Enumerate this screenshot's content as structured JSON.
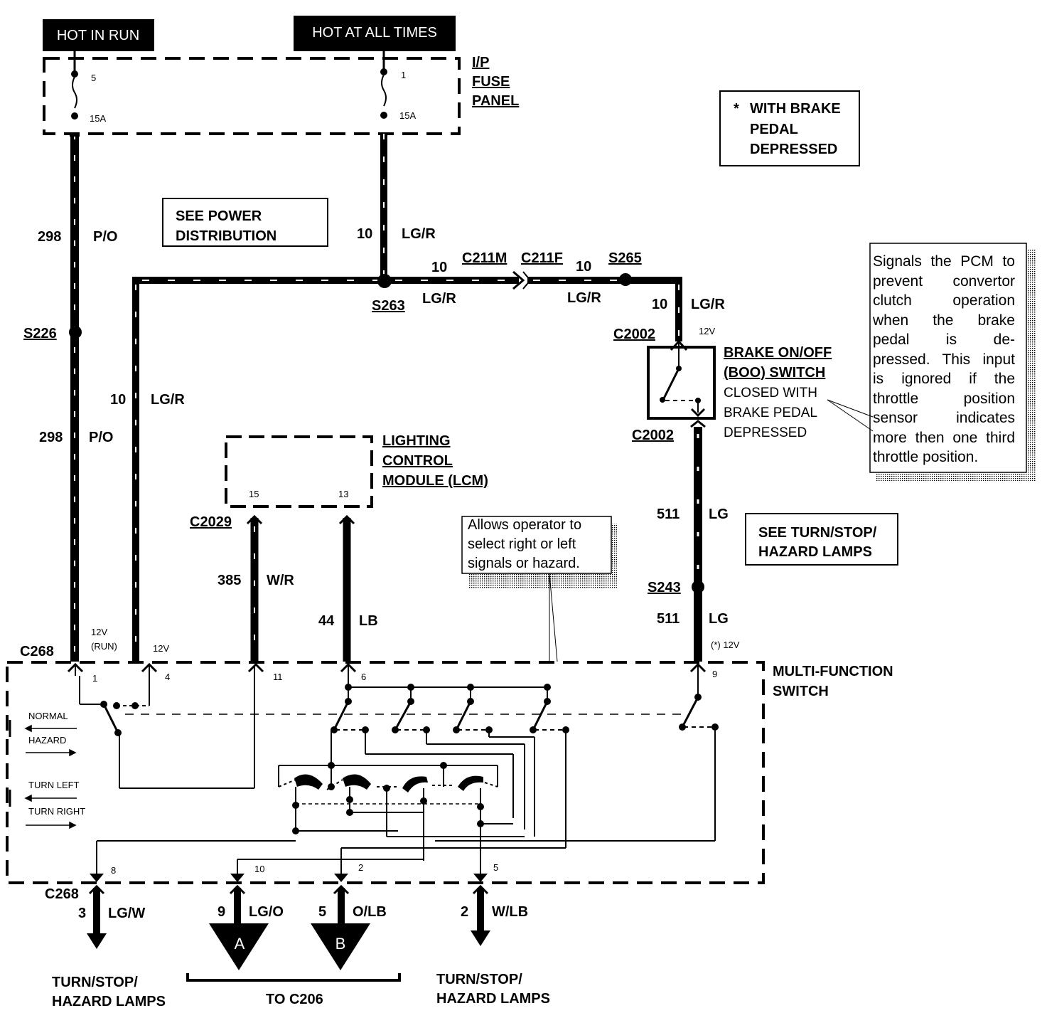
{
  "headers": {
    "hot_in_run": "HOT IN RUN",
    "hot_at_all_times": "HOT AT ALL TIMES"
  },
  "fuse_panel": {
    "label_1": "I/P",
    "label_2": "FUSE",
    "label_3": "PANEL",
    "fuse_left_number": "5",
    "fuse_left_rating": "15A",
    "fuse_right_number": "1",
    "fuse_right_rating": "15A"
  },
  "brake_note": {
    "star": "*",
    "line1": "WITH BRAKE",
    "line2": "PEDAL",
    "line3": "DEPRESSED"
  },
  "power_dist": {
    "line1": "SEE POWER",
    "line2": "DISTRIBUTION"
  },
  "wires": {
    "w298_top_num": "298",
    "w298_top_color": "P/O",
    "w298_bot_num": "298",
    "w298_bot_color": "P/O",
    "w10_vert_num": "10",
    "w10_vert_color": "LG/R",
    "w10_fuse_num": "10",
    "w10_fuse_color": "LG/R",
    "w10_a_num": "10",
    "w10_a_color": "LG/R",
    "w10_b_num": "10",
    "w10_b_color": "LG/R",
    "w10_c_num": "10",
    "w10_c_color": "LG/R",
    "w385_num": "385",
    "w385_color": "W/R",
    "w44_num": "44",
    "w44_color": "LB",
    "w511_top_num": "511",
    "w511_top_color": "LG",
    "w511_bot_num": "511",
    "w511_bot_color": "LG",
    "w3_num": "3",
    "w3_color": "LG/W",
    "w9_num": "9",
    "w9_color": "LG/O",
    "w5_num": "5",
    "w5_color": "O/LB",
    "w2_num": "2",
    "w2_color": "W/LB"
  },
  "connectors": {
    "s226": "S226",
    "s263": "S263",
    "s265": "S265",
    "s243": "S243",
    "c211m": "C211M",
    "c211f": "C211F",
    "c2002_top": "C2002",
    "c2002_bot": "C2002",
    "c2029": "C2029",
    "c268_top": "C268",
    "c268_bot": "C268"
  },
  "voltages": {
    "v_run_1": "12V",
    "v_run_2": "(RUN)",
    "v_pin4": "12V",
    "v_boo": "12V",
    "v_pin9": "(*) 12V"
  },
  "boo_switch": {
    "line1": "BRAKE ON/OFF",
    "line2": "(BOO) SWITCH",
    "line3": "CLOSED WITH",
    "line4": "BRAKE PEDAL",
    "line5": "DEPRESSED"
  },
  "pcm_note": [
    "Signals the PCM to",
    "prevent convertor",
    "clutch operation",
    "when the brake",
    "pedal is de-",
    "pressed. This input",
    "is ignored if the",
    "throttle position",
    "sensor indicates",
    "more then one third",
    "throttle position."
  ],
  "lcm": {
    "line1": "LIGHTING",
    "line2": "CONTROL",
    "line3": "MODULE (LCM)",
    "pin15": "15",
    "pin13": "13"
  },
  "operator_note": [
    "Allows operator to",
    "select right or left",
    "signals or hazard."
  ],
  "turn_stop_note": {
    "line1": "SEE TURN/STOP/",
    "line2": "HAZARD LAMPS"
  },
  "mfs": {
    "line1": "MULTI-FUNCTION",
    "line2": "SWITCH",
    "normal": "NORMAL",
    "hazard": "HAZARD",
    "turn_left": "TURN LEFT",
    "turn_right": "TURN RIGHT",
    "pin1": "1",
    "pin4": "4",
    "pin11": "11",
    "pin6": "6",
    "pin9": "9",
    "pin8": "8",
    "pin10": "10",
    "pin2": "2",
    "pin5": "5"
  },
  "bottom": {
    "arrow_a": "A",
    "arrow_b": "B",
    "left_line1": "TURN/STOP/",
    "left_line2": "HAZARD LAMPS",
    "right_line1": "TURN/STOP/",
    "right_line2": "HAZARD LAMPS",
    "to_c206": "TO C206"
  }
}
